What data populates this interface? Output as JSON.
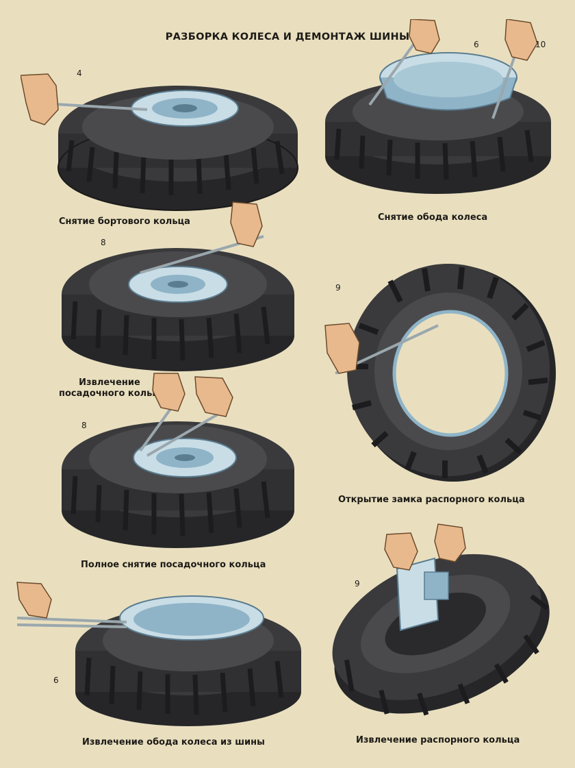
{
  "title": "РАЗБОРКА КОЛЕСА И ДЕМОНТАЖ ШИНЫ",
  "panels": [
    {
      "caption": "Снятие бортового кольца",
      "callout": "4"
    },
    {
      "caption": "Снятие обода колеса",
      "callouts": [
        "6",
        "10"
      ]
    },
    {
      "caption_line1": "Извлечение",
      "caption_line2": "посадочного кольца",
      "callout": "8"
    },
    {
      "caption": "Открытие замка распорного кольца",
      "callout": "9"
    },
    {
      "caption": "Полное снятие посадочного кольца",
      "callout": "8"
    },
    {
      "caption": "Извлечение обода колеса из шины",
      "callout": "6"
    },
    {
      "caption": "Извлечение распорного кольца",
      "callout": "9"
    }
  ],
  "colors": {
    "background": "#e9dfbf",
    "tire": "#3a3a3c",
    "tread": "#262628",
    "rim": "#8fb4c8",
    "rim_light": "#c9dde6",
    "hand": "#e8b98c"
  }
}
